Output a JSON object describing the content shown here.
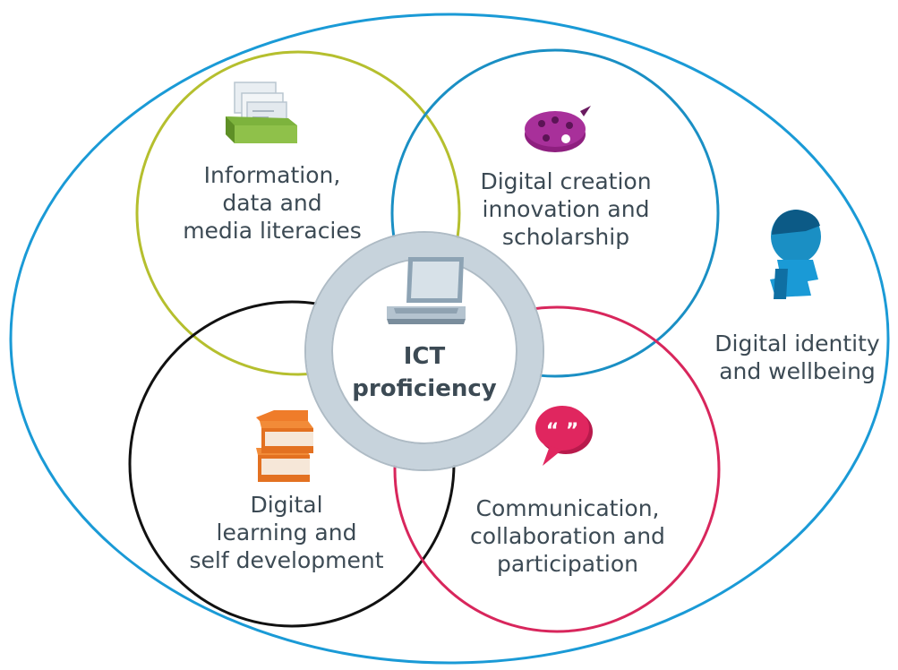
{
  "colors": {
    "outer": "#1a9ad6",
    "info": "#b5bf2e",
    "creation": "#1a8fc4",
    "learning": "#111111",
    "communication": "#d8265c",
    "ring": "#c7d3dc",
    "text": "#3c4a54"
  },
  "labels": {
    "info": "Information,\ndata and\nmedia literacies",
    "creation": "Digital creation\ninnovation and\nscholarship",
    "identity": "Digital identity\nand wellbeing",
    "learning": "Digital\nlearning and\nself development",
    "communication": "Communication,\ncollaboration and\nparticipation",
    "core": "ICT\nproficiency"
  },
  "icons": {
    "info": "card-file-icon",
    "creation": "paint-palette-icon",
    "identity": "person-profile-icon",
    "learning": "book-stack-icon",
    "communication": "speech-bubble-icon",
    "core": "laptop-icon"
  }
}
